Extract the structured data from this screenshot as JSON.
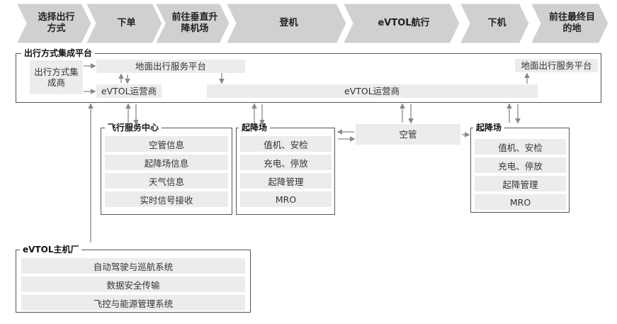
{
  "stages": [
    {
      "label": "选择出行\n方式"
    },
    {
      "label": "下单"
    },
    {
      "label": "前往垂直升\n降机场"
    },
    {
      "label": "登机"
    },
    {
      "label": "eVTOL航行"
    },
    {
      "label": "下机"
    },
    {
      "label": "前往最终目\n的地"
    }
  ],
  "platform": {
    "title": "出行方式集成平台",
    "integrator": "出行方式集\n成商",
    "ground_left": "地面出行服务平台",
    "operator_left": "eVTOL运营商",
    "operator_main": "eVTOL运营商",
    "ground_right": "地面出行服务平台"
  },
  "flight_service": {
    "title": "飞行服务中心",
    "items": [
      "空管信息",
      "起降场信息",
      "天气信息",
      "实时信号接收"
    ]
  },
  "vertiport_departure": {
    "title": "起降场",
    "items": [
      "值机、安检",
      "充电、停放",
      "起降管理",
      "MRO"
    ]
  },
  "atc": {
    "label": "空管"
  },
  "vertiport_arrival": {
    "title": "起降场",
    "items": [
      "值机、安检",
      "充电、停放",
      "起降管理",
      "MRO"
    ]
  },
  "manufacturer": {
    "title": "eVTOL主机厂",
    "items": [
      "自动驾驶与巡航系统",
      "数据安全传输",
      "飞控与能源管理系统"
    ]
  },
  "colors": {
    "chevron": "#d0d0d0",
    "box": "#ececec",
    "arrow": "#888888",
    "border": "#555555"
  }
}
